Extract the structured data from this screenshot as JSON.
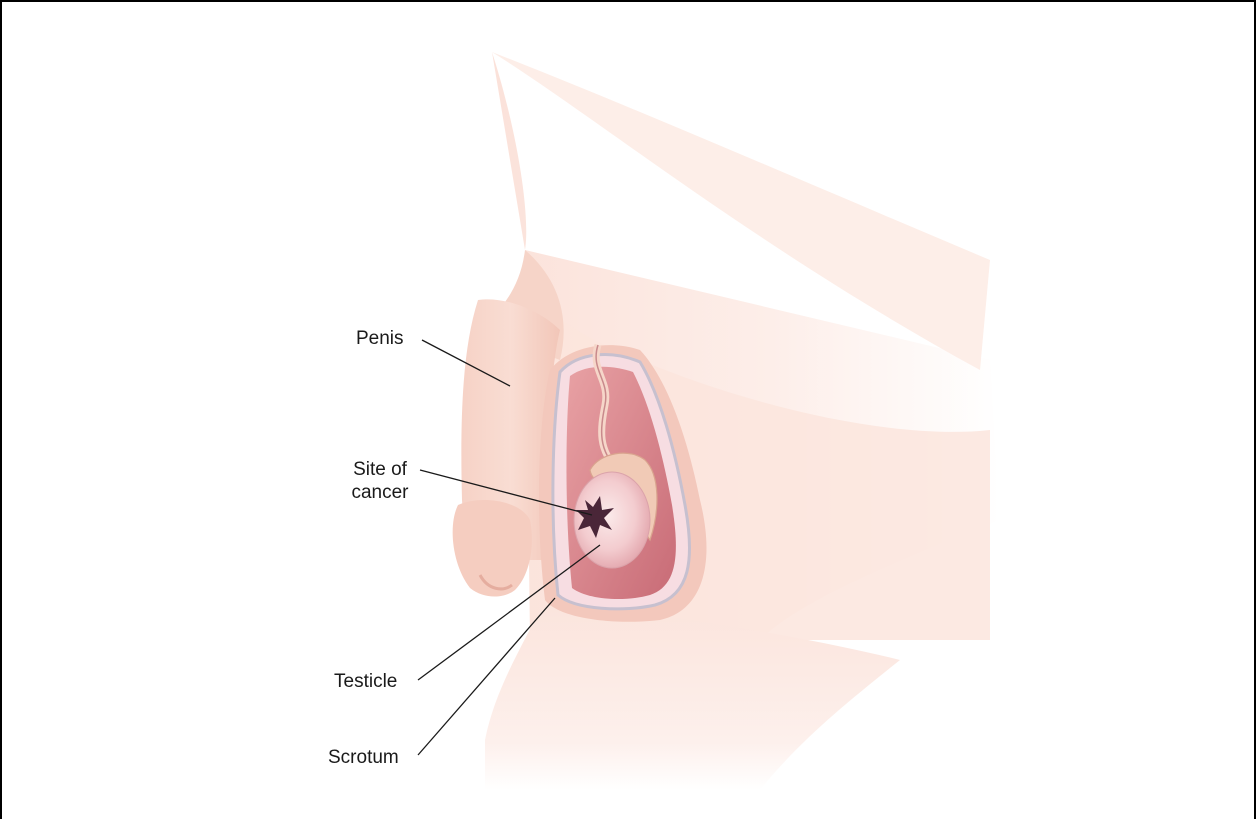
{
  "diagram": {
    "labels": {
      "penis": "Penis",
      "site_of_cancer_line1": "Site of",
      "site_of_cancer_line2": "cancer",
      "testicle": "Testicle",
      "scrotum": "Scrotum"
    },
    "colors": {
      "skin_light": "#fbe6df",
      "skin_mid": "#f5cfc3",
      "skin_shadow": "#eab5a6",
      "scrotum_inner": "#e9a4a6",
      "scrotum_cavity": "#c9707a",
      "testicle": "#f6d3d3",
      "epididymis": "#f1c9b6",
      "tumor": "#4a2638",
      "leader_line": "#1a1a1a"
    }
  }
}
